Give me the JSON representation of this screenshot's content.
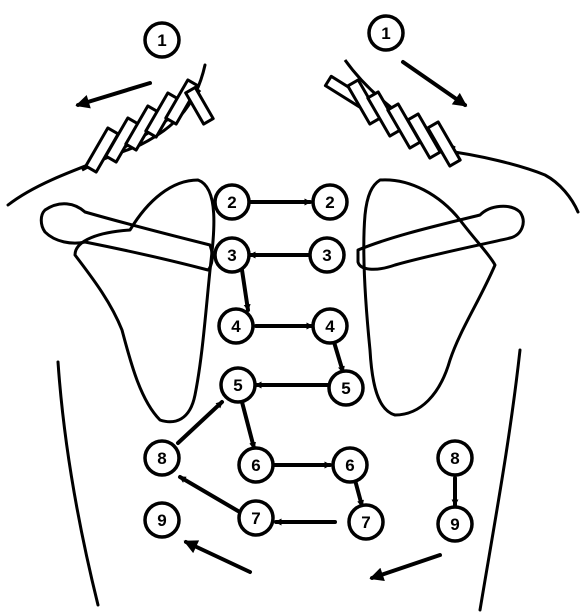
{
  "colors": {
    "ink": "#000000",
    "paper": "#ffffff"
  },
  "steps": [
    {
      "id": "s1-left",
      "label": "1"
    },
    {
      "id": "s1-right",
      "label": "1"
    },
    {
      "id": "s2-left",
      "label": "2"
    },
    {
      "id": "s2-right",
      "label": "2"
    },
    {
      "id": "s3-left",
      "label": "3"
    },
    {
      "id": "s3-right",
      "label": "3"
    },
    {
      "id": "s4-left",
      "label": "4"
    },
    {
      "id": "s4-right",
      "label": "4"
    },
    {
      "id": "s5-left",
      "label": "5"
    },
    {
      "id": "s5-right",
      "label": "5"
    },
    {
      "id": "s6-left",
      "label": "6"
    },
    {
      "id": "s6-right",
      "label": "6"
    },
    {
      "id": "s7-left",
      "label": "7"
    },
    {
      "id": "s7-right",
      "label": "7"
    },
    {
      "id": "s8-left",
      "label": "8"
    },
    {
      "id": "s8-right",
      "label": "8"
    },
    {
      "id": "s9-left",
      "label": "9"
    },
    {
      "id": "s9-right",
      "label": "9"
    }
  ]
}
